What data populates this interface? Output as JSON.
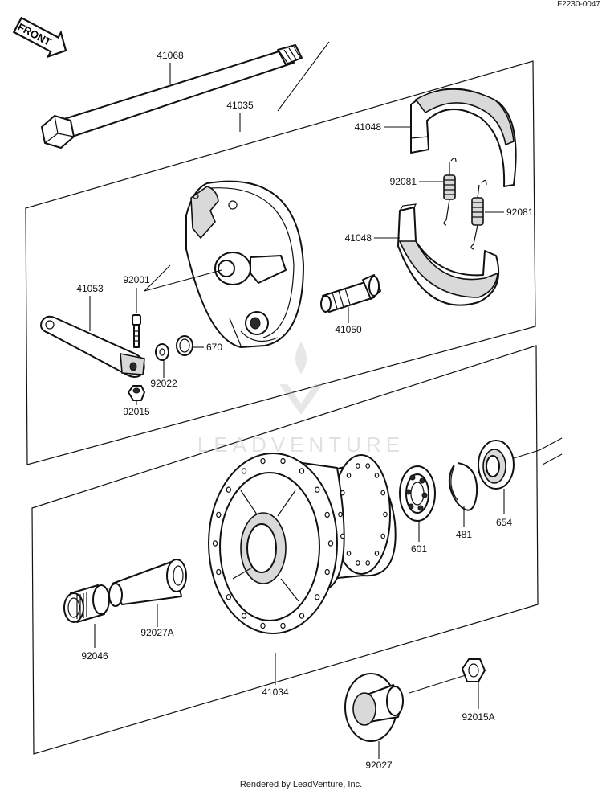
{
  "figure_ref": "F2230-0047",
  "front_label": "FRONT",
  "watermark": "LEADVENTURE",
  "footer": "Rendered by LeadVenture, Inc.",
  "parts": {
    "p41068": "41068",
    "p41035": "41035",
    "p41048a": "41048",
    "p41048b": "41048",
    "p92081a": "92081",
    "p92081b": "92081",
    "p41053": "41053",
    "p92001": "92001",
    "p670": "670",
    "p92022": "92022",
    "p92015": "92015",
    "p41050": "41050",
    "p601": "601",
    "p481": "481",
    "p654": "654",
    "p92046": "92046",
    "p92027A": "92027A",
    "p41034": "41034",
    "p92015A": "92015A",
    "p92027": "92027"
  }
}
